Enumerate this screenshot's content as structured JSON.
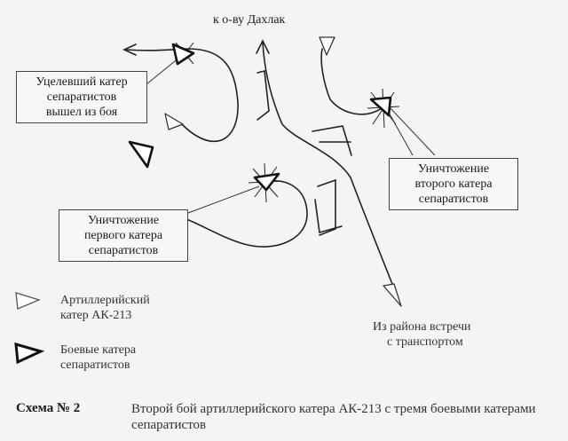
{
  "title": "к  о-ву Дахлак",
  "boxes": {
    "surviving": [
      "Уцелевший катер",
      "сепаратистов",
      "вышел из боя"
    ],
    "first": [
      "Уничтожение",
      "первого катера",
      "сепаратистов"
    ],
    "second": [
      "Уничтожение",
      "второго катера",
      "сепаратистов"
    ]
  },
  "meeting": [
    "Из района встречи",
    "с транспортом"
  ],
  "legend": {
    "artillery": [
      "Артиллерийский",
      "катер АК-213"
    ],
    "combat": [
      "Боевые катера",
      "сепаратистов"
    ]
  },
  "caption": {
    "number": "Схема № 2",
    "text": "Второй бой артиллерийского катера АК-213 с тремя боевыми катерами сепаратистов"
  }
}
